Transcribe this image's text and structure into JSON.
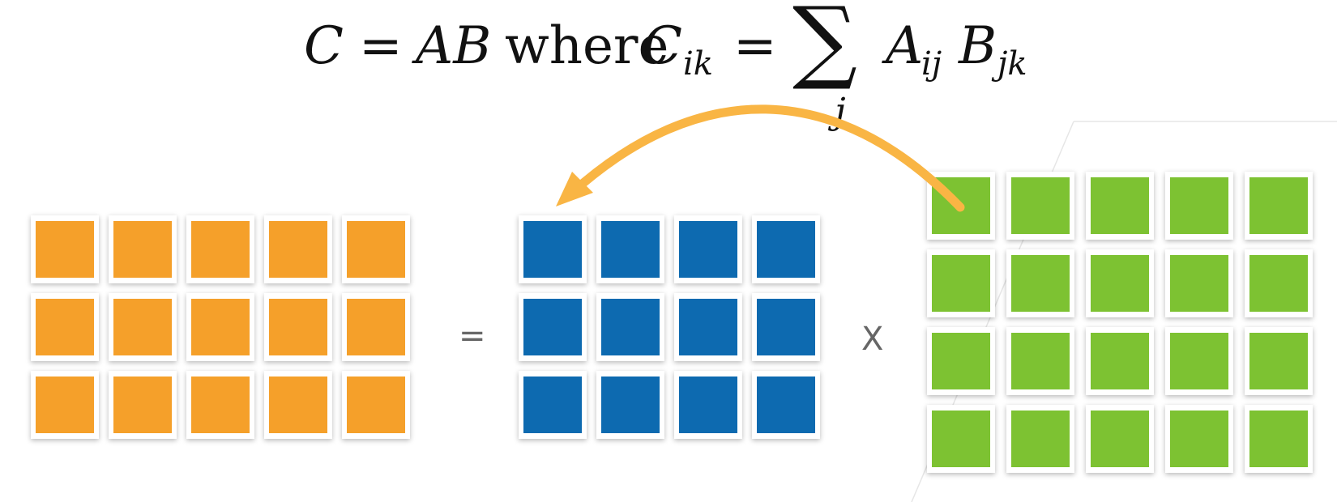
{
  "formula": {
    "lhs": "C",
    "eq1": "=",
    "product": "AB",
    "where": "where",
    "c_symbol": "C",
    "c_sub": "ik",
    "eq2": "=",
    "sigma": "∑",
    "sigma_sub": "j",
    "a_symbol": "A",
    "a_sub": "ij",
    "b_symbol": "B",
    "b_sub": "jk"
  },
  "operators": {
    "equals": "=",
    "times": "X"
  },
  "matrices": {
    "result": {
      "rows": 3,
      "cols": 5,
      "color": "#F5A02A"
    },
    "left": {
      "rows": 3,
      "cols": 4,
      "color": "#0D6AB0"
    },
    "right": {
      "rows": 4,
      "cols": 5,
      "color": "#7DC232"
    }
  },
  "arrow": {
    "color": "#F9B544",
    "from": "right matrix first cell",
    "to": "left matrix first cell"
  }
}
